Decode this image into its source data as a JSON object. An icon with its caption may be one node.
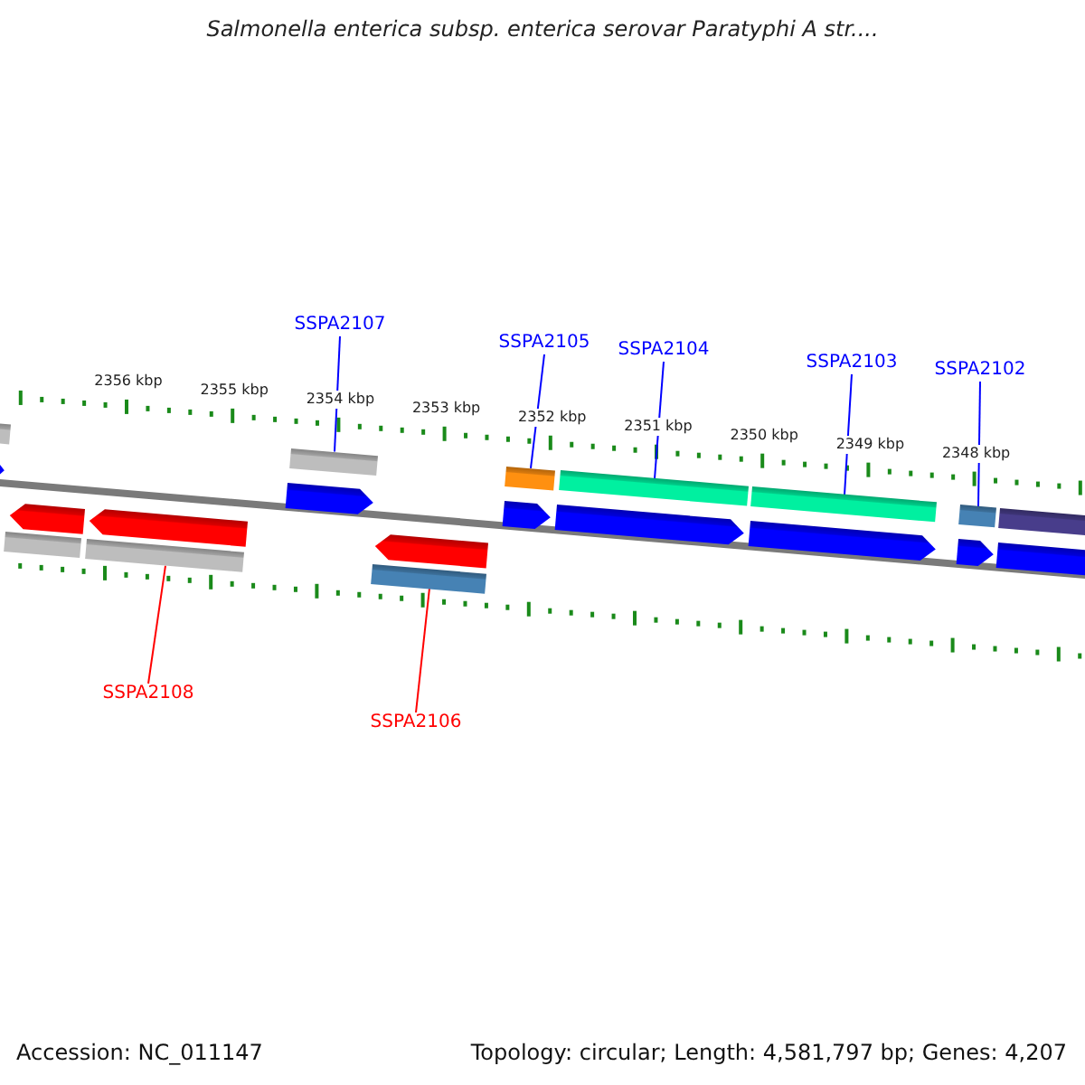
{
  "diagram": {
    "title": "Salmonella enterica subsp. enterica serovar Paratyphi A str....",
    "nodes": [
      {
        "text": [
          "SSPA2107"
        ]
      },
      {
        "text": [
          "SSPA2105"
        ]
      },
      {
        "text": [
          "SSPA2104"
        ]
      },
      {
        "text": [
          "SSPA2103"
        ]
      },
      {
        "text": [
          "SSPA2102"
        ]
      },
      {
        "text": [
          "SSPA2108"
        ]
      },
      {
        "text": [
          "SSPA2106"
        ]
      },
      {
        "text": [],
        "shape": "bar"
      },
      {
        "text": [],
        "shape": "bar"
      },
      {
        "text": [],
        "shape": "bar"
      },
      {
        "text": [],
        "shape": "bar"
      },
      {
        "text": [],
        "shape": "bar"
      },
      {
        "text": [],
        "shape": "bar"
      },
      {
        "text": [],
        "shape": "bar"
      },
      {
        "text": [],
        "shape": "box"
      },
      {
        "text": [],
        "shape": "box"
      },
      {
        "text": [],
        "shape": "box"
      },
      {
        "text": [],
        "shape": "box"
      },
      {
        "text": [],
        "shape": "box"
      },
      {
        "text": [],
        "shape": "box"
      },
      {
        "text": [],
        "shape": "box"
      },
      {
        "text": [],
        "shape": "box"
      },
      {
        "text": [],
        "shape": "box"
      },
      {
        "text": [],
        "shape": "box"
      },
      {
        "text": [],
        "shape": "bar"
      },
      {
        "text": [],
        "shape": "bar"
      },
      {
        "text": [],
        "shape": "bar"
      }
    ],
    "edges": [
      {
        "from": 0,
        "to": 8,
        "arrow": "none"
      },
      {
        "from": 1,
        "to": 9,
        "arrow": "none"
      },
      {
        "from": 2,
        "to": 10,
        "arrow": "none"
      },
      {
        "from": 3,
        "to": 11,
        "arrow": "none"
      },
      {
        "from": 4,
        "to": 12,
        "arrow": "none"
      },
      {
        "from": 5,
        "to": 25,
        "arrow": "none",
        "color": "#ff0000"
      },
      {
        "from": 6,
        "to": 26,
        "arrow": "none",
        "color": "#ff0000"
      }
    ],
    "labels": [
      "2356 kbp",
      "2355 kbp",
      "2354 kbp",
      "2353 kbp",
      "2352 kbp",
      "2351 kbp",
      "2350 kbp",
      "2349 kbp",
      "2348 kbp",
      "Accession: NC_011147",
      "Topology: circular; Length: 4,581,797 bp; Genes: 4,207"
    ]
  }
}
